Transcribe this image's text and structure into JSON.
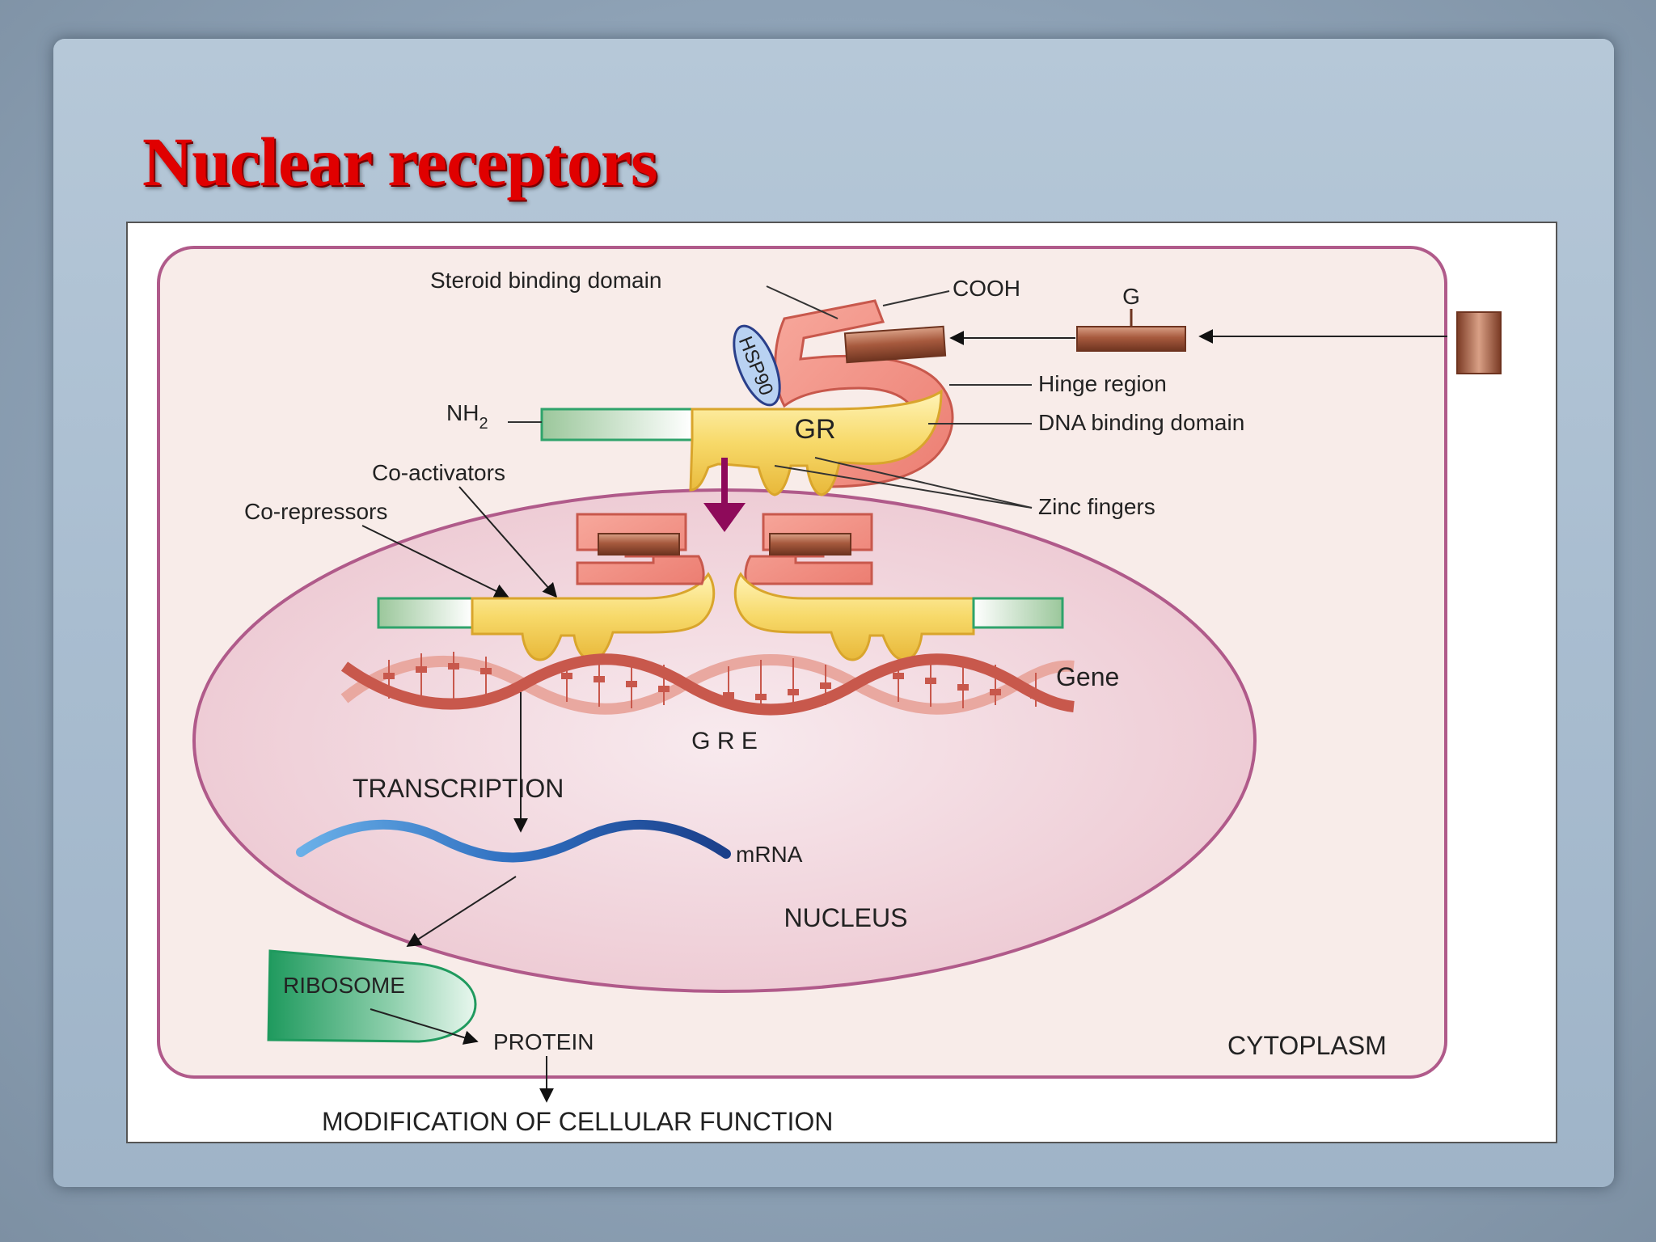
{
  "slide_title": "Nuclear receptors",
  "diagram": {
    "labels": {
      "steroid_binding_domain": "Steroid binding domain",
      "cooh": "COOH",
      "g": "G",
      "hsp90": "HSP90",
      "hinge_region": "Hinge region",
      "nh2_base": "NH",
      "nh2_sub": "2",
      "gr": "GR",
      "dna_binding_domain": "DNA binding domain",
      "co_activators": "Co-activators",
      "co_repressors": "Co-repressors",
      "zinc_fingers": "Zinc fingers",
      "gene": "Gene",
      "gre": "G R E",
      "transcription": "TRANSCRIPTION",
      "mrna": "mRNA",
      "nucleus": "NUCLEUS",
      "ribosome": "RIBOSOME",
      "protein": "PROTEIN",
      "cytoplasm": "CYTOPLASM",
      "modification": "MODIFICATION OF CELLULAR FUNCTION"
    }
  },
  "colors": {
    "title": "#e00000",
    "cell_border": "#b05a8a",
    "cell_fill": "#f8ece9",
    "nucleus_fill": "#f1d6dc",
    "receptor_pink": "#f08a80",
    "receptor_yellow": "#f7d969",
    "ligand_brown": "#a45a3e",
    "nh2_green": "#2fa36b",
    "arrow_purple": "#8e0a5a",
    "mrna_blue": "#2f6fc0"
  }
}
